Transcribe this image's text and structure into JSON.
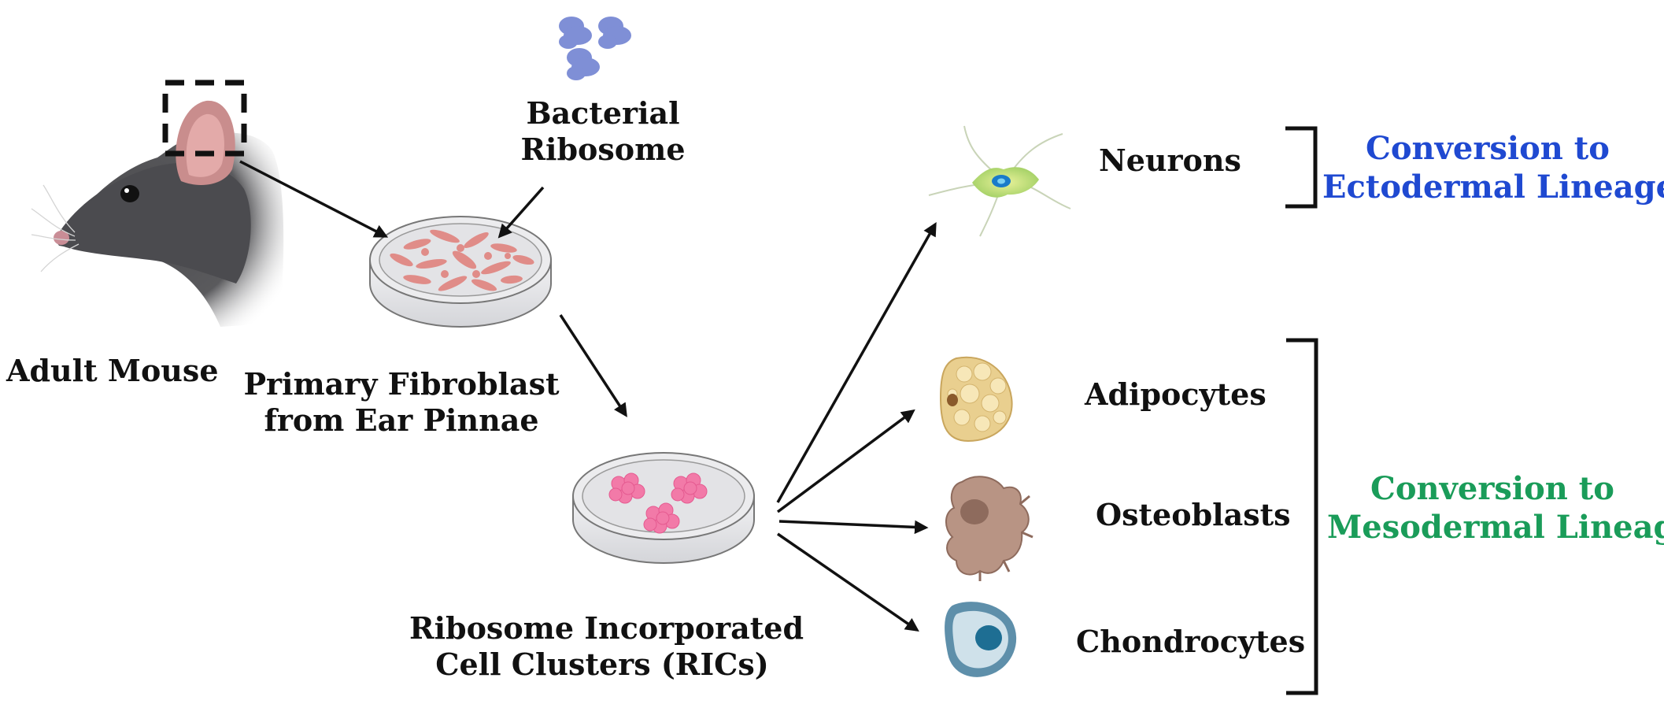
{
  "labels": {
    "adult_mouse": "Adult Mouse",
    "bacterial_ribosome": [
      "Bacterial",
      "Ribosome"
    ],
    "primary_fibroblast": [
      "Primary Fibroblast",
      "from Ear Pinnae"
    ],
    "rics": [
      "Ribosome Incorporated",
      "Cell Clusters (RICs)"
    ],
    "neurons": "Neurons",
    "adipocytes": "Adipocytes",
    "osteoblasts": "Osteoblasts",
    "chondrocytes": "Chondrocytes"
  },
  "lineages": {
    "ectodermal": [
      "Conversion to",
      "Ectodermal Lineage"
    ],
    "mesodermal": [
      "Conversion to",
      "Mesodermal Lineage"
    ]
  },
  "colors": {
    "ectodermal_text": "#1f49d1",
    "mesodermal_text": "#1a9c59",
    "arrow": "#111111",
    "mouse_fur": "#4a4a4d",
    "fibroblast_cells": "#e0837e",
    "ric_clusters": "#f27aa8",
    "ribosome": "#7f8fd6",
    "neuron": "#c7e07a",
    "adipocyte": "#e9cf8f",
    "osteoblast": "#b89484",
    "chondrocyte": "#a8c6d6"
  },
  "icons": [
    "mouse-icon",
    "ribosome-icon",
    "petri-dish-icon",
    "neuron-icon",
    "adipocyte-icon",
    "osteoblast-icon",
    "chondrocyte-icon"
  ]
}
